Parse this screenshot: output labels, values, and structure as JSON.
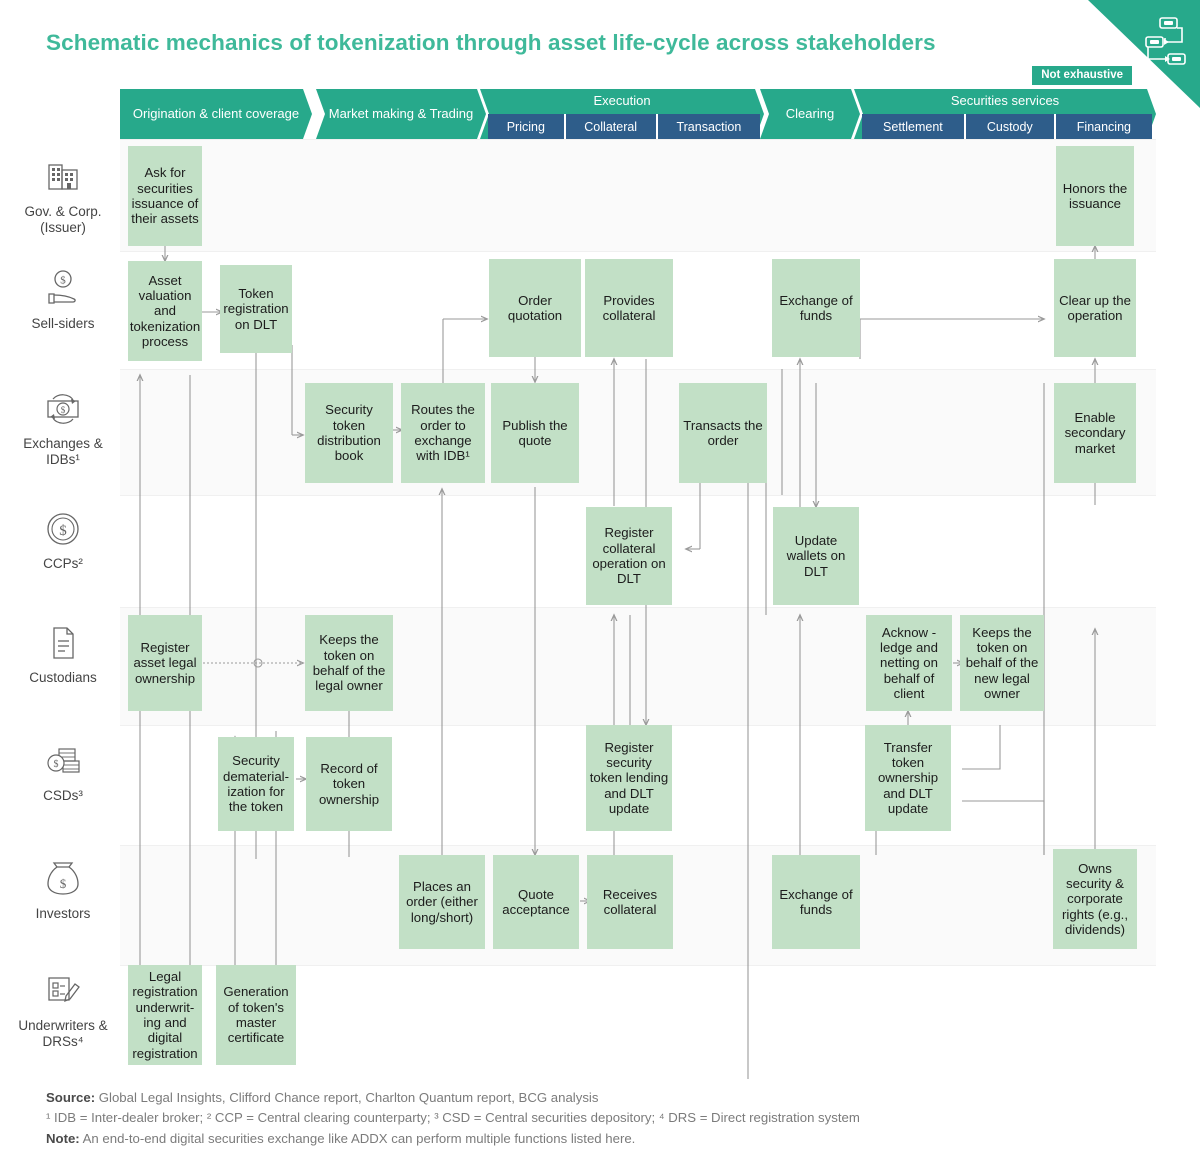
{
  "title": "Schematic mechanics of tokenization through asset life-cycle across stakeholders",
  "badge": {
    "not_exhaustive": "Not exhaustive"
  },
  "colors": {
    "teal": "#27a98b",
    "title_teal": "#3fb99a",
    "navy": "#2e5d8a",
    "box_green": "#c2e0c6",
    "connector_gray": "#9a9a9a"
  },
  "corner_icon": "network-flow-icon",
  "header": {
    "groups": [
      {
        "label": "Origination & client coverage",
        "subs": []
      },
      {
        "label": "Market making & Trading",
        "subs": []
      },
      {
        "label": "Execution",
        "subs": [
          "Pricing",
          "Collateral",
          "Transaction"
        ]
      },
      {
        "label": "Clearing",
        "subs": []
      },
      {
        "label": "Securities services",
        "subs": [
          "Settlement",
          "Custody",
          "Financing"
        ]
      }
    ]
  },
  "stakeholders": [
    {
      "id": "issuer",
      "label": "Gov. & Corp. (Issuer)",
      "icon": "building-icon"
    },
    {
      "id": "sellsiders",
      "label": "Sell-siders",
      "icon": "hand-dollar-icon"
    },
    {
      "id": "exchanges",
      "label": "Exchanges & IDBs¹",
      "icon": "banknote-cycle-icon"
    },
    {
      "id": "ccps",
      "label": "CCPs²",
      "icon": "coin-dollar-icon"
    },
    {
      "id": "custodians",
      "label": "Custodians",
      "icon": "document-icon"
    },
    {
      "id": "csds",
      "label": "CSDs³",
      "icon": "coin-stack-icon"
    },
    {
      "id": "investors",
      "label": "Investors",
      "icon": "money-bag-icon"
    },
    {
      "id": "underwriters",
      "label": "Underwriters & DRSs⁴",
      "icon": "pen-form-icon"
    }
  ],
  "boxes": [
    {
      "id": "b1",
      "row": "issuer",
      "column": "Origination & client coverage",
      "text": "Ask for securities issuance of their assets"
    },
    {
      "id": "b2",
      "row": "issuer",
      "column": "Financing",
      "text": "Honors the issuance"
    },
    {
      "id": "b3",
      "row": "sellsiders",
      "column": "Origination & client coverage",
      "text": "Asset valuation and tokenization process"
    },
    {
      "id": "b4",
      "row": "sellsiders",
      "column": "Origination & client coverage",
      "text": "Token registration on DLT"
    },
    {
      "id": "b5",
      "row": "sellsiders",
      "column": "Pricing",
      "text": "Order quotation"
    },
    {
      "id": "b6",
      "row": "sellsiders",
      "column": "Collateral",
      "text": "Provides collateral"
    },
    {
      "id": "b7",
      "row": "sellsiders",
      "column": "Clearing",
      "text": "Exchange of funds"
    },
    {
      "id": "b8",
      "row": "sellsiders",
      "column": "Financing",
      "text": "Clear up the operation"
    },
    {
      "id": "b9",
      "row": "exchanges",
      "column": "Market making & Trading",
      "text": "Security token distribution book"
    },
    {
      "id": "b10",
      "row": "exchanges",
      "column": "Market making & Trading",
      "text": "Routes the order to exchange with IDB¹"
    },
    {
      "id": "b11",
      "row": "exchanges",
      "column": "Pricing",
      "text": "Publish the quote"
    },
    {
      "id": "b12",
      "row": "exchanges",
      "column": "Transaction",
      "text": "Transacts the order"
    },
    {
      "id": "b13",
      "row": "exchanges",
      "column": "Financing",
      "text": "Enable secondary market"
    },
    {
      "id": "b14",
      "row": "ccps",
      "column": "Collateral",
      "text": "Register collateral operation on DLT"
    },
    {
      "id": "b15",
      "row": "ccps",
      "column": "Clearing",
      "text": "Update wallets on DLT"
    },
    {
      "id": "b16",
      "row": "custodians",
      "column": "Origination & client coverage",
      "text": "Register asset legal ownership"
    },
    {
      "id": "b17",
      "row": "custodians",
      "column": "Market making & Trading",
      "text": "Keeps the token on behalf of the legal owner"
    },
    {
      "id": "b18",
      "row": "custodians",
      "column": "Settlement",
      "text": "Acknow -ledge and netting on behalf of client"
    },
    {
      "id": "b19",
      "row": "custodians",
      "column": "Custody",
      "text": "Keeps the token on behalf of the new legal owner"
    },
    {
      "id": "b20",
      "row": "csds",
      "column": "Origination & client coverage",
      "text": "Security dematerial- ization for the token"
    },
    {
      "id": "b21",
      "row": "csds",
      "column": "Market making & Trading",
      "text": "Record of token ownership"
    },
    {
      "id": "b22",
      "row": "csds",
      "column": "Collateral",
      "text": "Register security token lending and DLT update"
    },
    {
      "id": "b23",
      "row": "csds",
      "column": "Settlement",
      "text": "Transfer token ownership and DLT update"
    },
    {
      "id": "b24",
      "row": "investors",
      "column": "Market making & Trading",
      "text": "Places an order (either long/short)"
    },
    {
      "id": "b25",
      "row": "investors",
      "column": "Pricing",
      "text": "Quote acceptance"
    },
    {
      "id": "b26",
      "row": "investors",
      "column": "Collateral",
      "text": "Receives collateral"
    },
    {
      "id": "b27",
      "row": "investors",
      "column": "Clearing",
      "text": "Exchange of funds"
    },
    {
      "id": "b28",
      "row": "investors",
      "column": "Financing",
      "text": "Owns security & corporate rights (e.g., dividends)"
    },
    {
      "id": "b29",
      "row": "underwriters",
      "column": "Origination & client coverage",
      "text": "Legal registration underwrit- ing and digital registration"
    },
    {
      "id": "b30",
      "row": "underwriters",
      "column": "Origination & client coverage",
      "text": "Generation of token's master certificate"
    }
  ],
  "footer": {
    "source_label": "Source:",
    "source_text": " Global Legal Insights, Clifford Chance report, Charlton Quantum report, BCG analysis",
    "notes_line": "¹ IDB = Inter-dealer broker; ² CCP = Central clearing counterparty; ³ CSD = Central securities depository; ⁴ DRS = Direct registration system",
    "note_label": "Note:",
    "note_text": " An end-to-end digital securities exchange like ADDX can perform multiple functions listed here."
  }
}
